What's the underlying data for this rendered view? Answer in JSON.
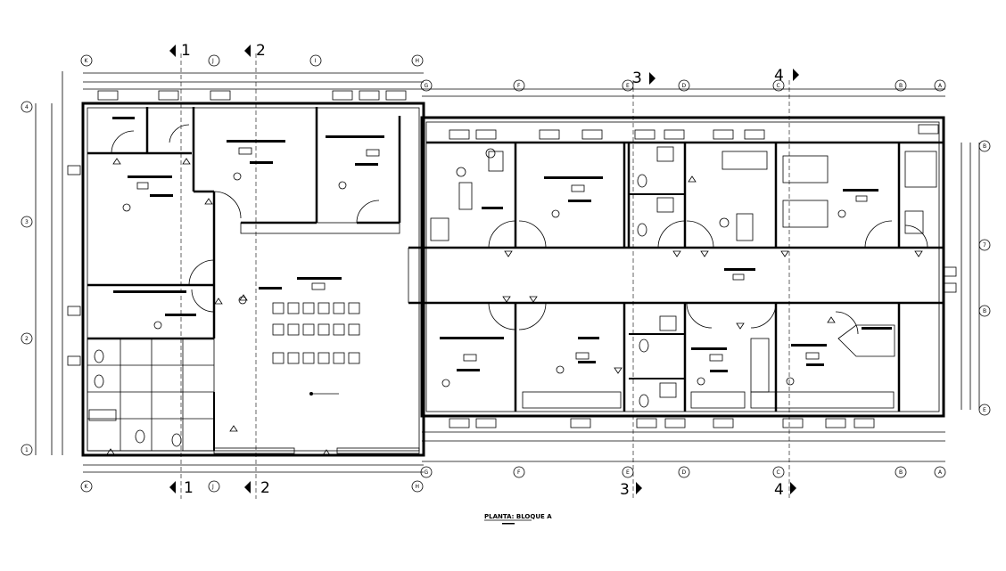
{
  "drawing": {
    "title": "PLANTA: BLOQUE A",
    "grid_top_left": [
      "K",
      "J",
      "I",
      "H"
    ],
    "grid_top_right": [
      "G",
      "F",
      "E",
      "D",
      "C",
      "B",
      "A"
    ],
    "grid_rows_left": [
      "4",
      "3",
      "2",
      "1"
    ],
    "grid_rows_right": [
      "B",
      "7",
      "B",
      "E"
    ],
    "section_marks": [
      "1",
      "2",
      "3",
      "4"
    ]
  }
}
